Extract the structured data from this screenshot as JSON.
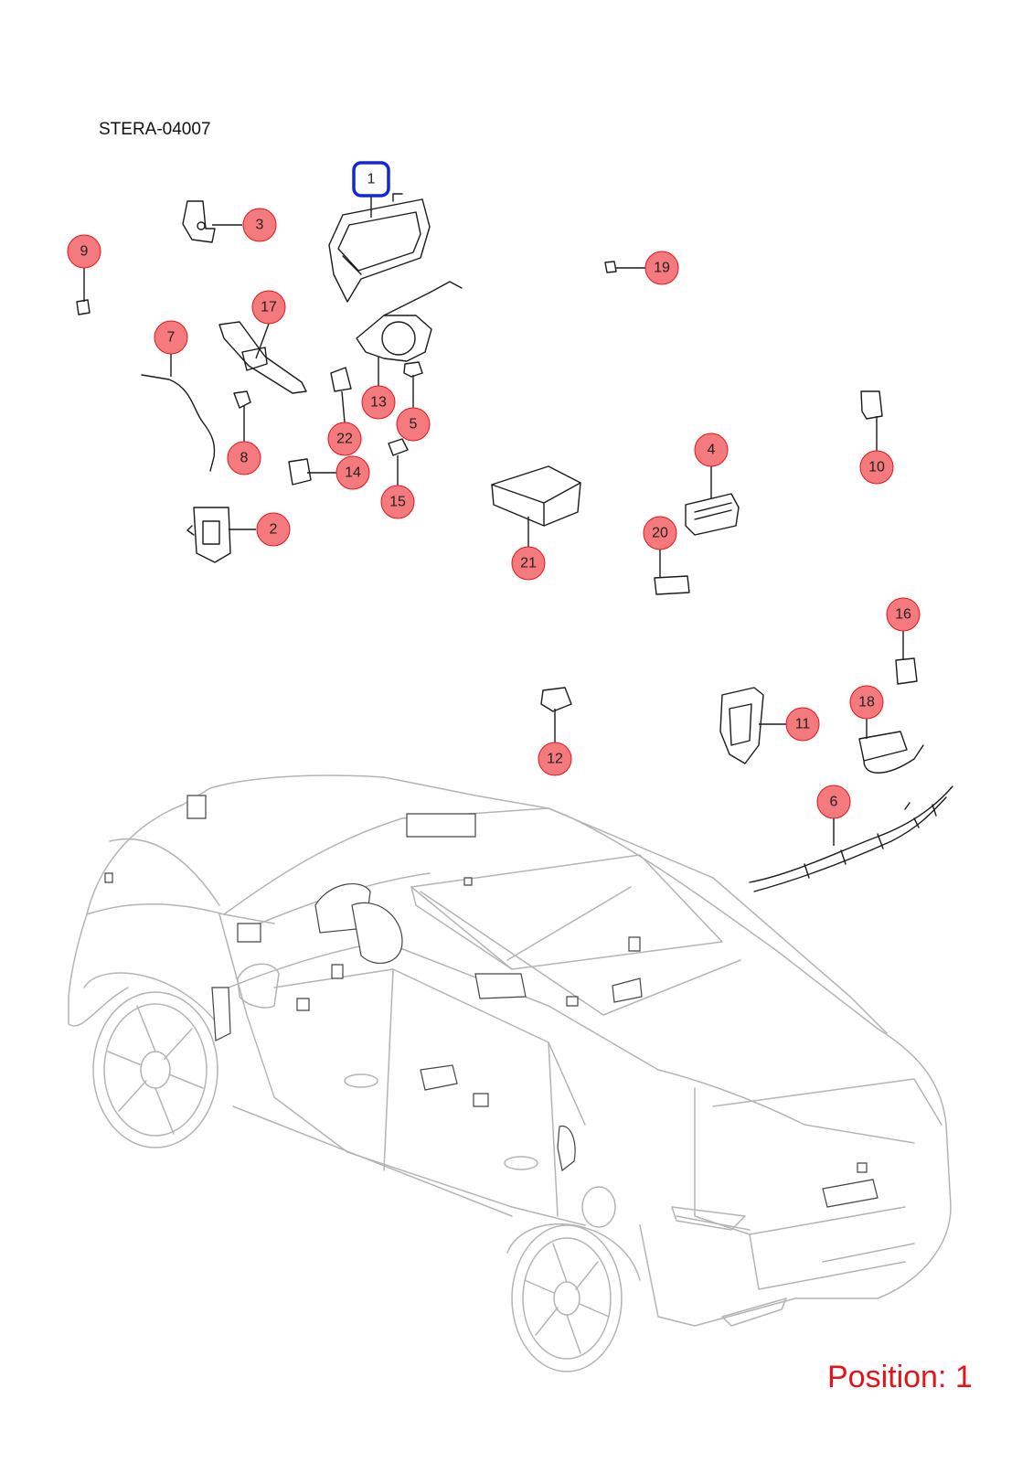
{
  "diagram_id": "STERA-04007",
  "position_label": "Position: 1",
  "selected_part": "1",
  "colors": {
    "callout_fill": "#f47a7d",
    "callout_stroke": "#e3151a",
    "selected_stroke": "#1227d6",
    "position_text": "#e3151a",
    "car_outline": "#b4b4b4"
  },
  "callouts": [
    {
      "number": "1",
      "selected": true
    },
    {
      "number": "2"
    },
    {
      "number": "3"
    },
    {
      "number": "4"
    },
    {
      "number": "5"
    },
    {
      "number": "6"
    },
    {
      "number": "7"
    },
    {
      "number": "8"
    },
    {
      "number": "9"
    },
    {
      "number": "10"
    },
    {
      "number": "11"
    },
    {
      "number": "12"
    },
    {
      "number": "13"
    },
    {
      "number": "14"
    },
    {
      "number": "15"
    },
    {
      "number": "16"
    },
    {
      "number": "17"
    },
    {
      "number": "18"
    },
    {
      "number": "19"
    },
    {
      "number": "20"
    },
    {
      "number": "21"
    },
    {
      "number": "22"
    }
  ]
}
